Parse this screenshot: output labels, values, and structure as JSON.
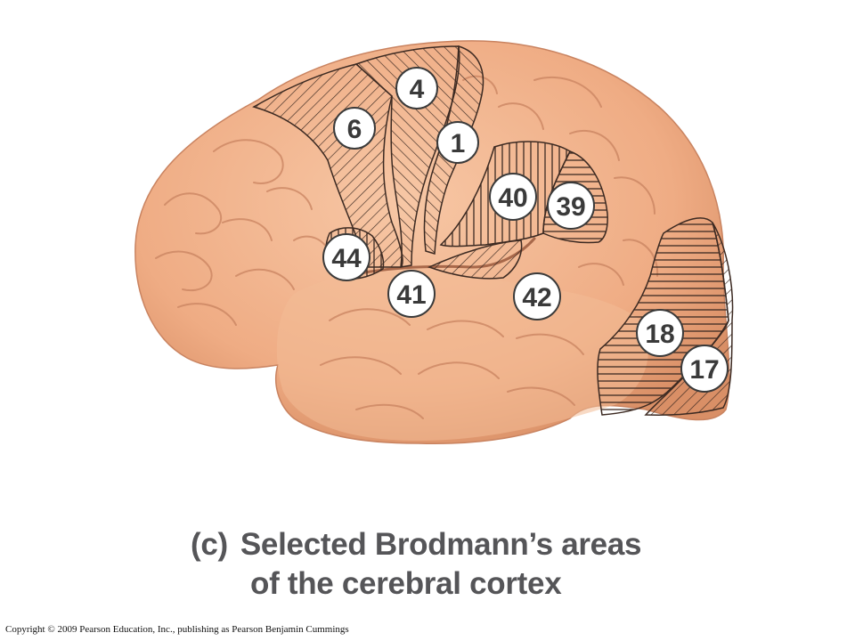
{
  "figure": {
    "colors": {
      "cortex_fill": "#f1b48e",
      "cortex_shadow": "#d48c63",
      "cortex_highlight": "#fde3cf",
      "hatch_line": "#3c2a22",
      "label_circle_fill": "#ffffff",
      "label_circle_stroke": "#3a3a3a"
    },
    "areas": [
      {
        "id": "6",
        "label": "6",
        "hatch": "diagonal-left"
      },
      {
        "id": "4",
        "label": "4",
        "hatch": "diagonal-right"
      },
      {
        "id": "1",
        "label": "1",
        "hatch": "diagonal-right"
      },
      {
        "id": "40",
        "label": "40",
        "hatch": "vertical"
      },
      {
        "id": "39",
        "label": "39",
        "hatch": "horizontal"
      },
      {
        "id": "44",
        "label": "44",
        "hatch": "vertical"
      },
      {
        "id": "41",
        "label": "41",
        "hatch": "diagonal-left"
      },
      {
        "id": "42",
        "label": "42",
        "hatch": "diagonal-left"
      },
      {
        "id": "18",
        "label": "18",
        "hatch": "horizontal"
      },
      {
        "id": "17",
        "label": "17",
        "hatch": "diagonal-left"
      }
    ]
  },
  "caption": {
    "letter": "(c)",
    "line1": "Selected Brodmann’s areas",
    "line2": "of the cerebral cortex"
  },
  "copyright": "Copyright © 2009 Pearson Education, Inc., publishing as Pearson Benjamin Cummings"
}
